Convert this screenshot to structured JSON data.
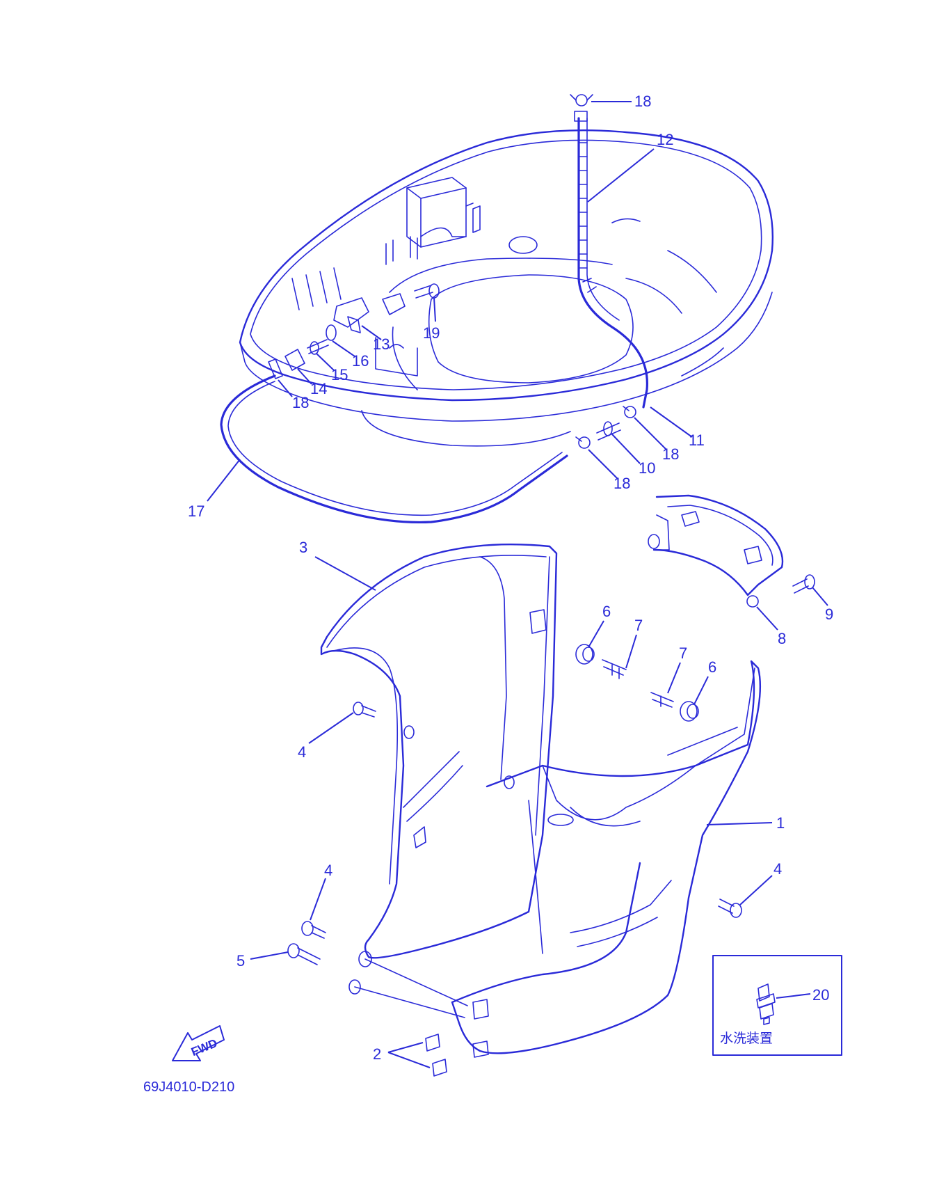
{
  "diagram": {
    "code": "69J4010-D210",
    "inset_caption": "水洗装置",
    "fwd_label": "FWD",
    "accent_color": "#2a2ad8",
    "callouts": [
      "18",
      "12",
      "19",
      "13",
      "16",
      "15",
      "14",
      "18",
      "11",
      "18",
      "10",
      "18",
      "17",
      "3",
      "9",
      "8",
      "6",
      "7",
      "7",
      "6",
      "4",
      "1",
      "4",
      "4",
      "5",
      "20",
      "2"
    ]
  }
}
